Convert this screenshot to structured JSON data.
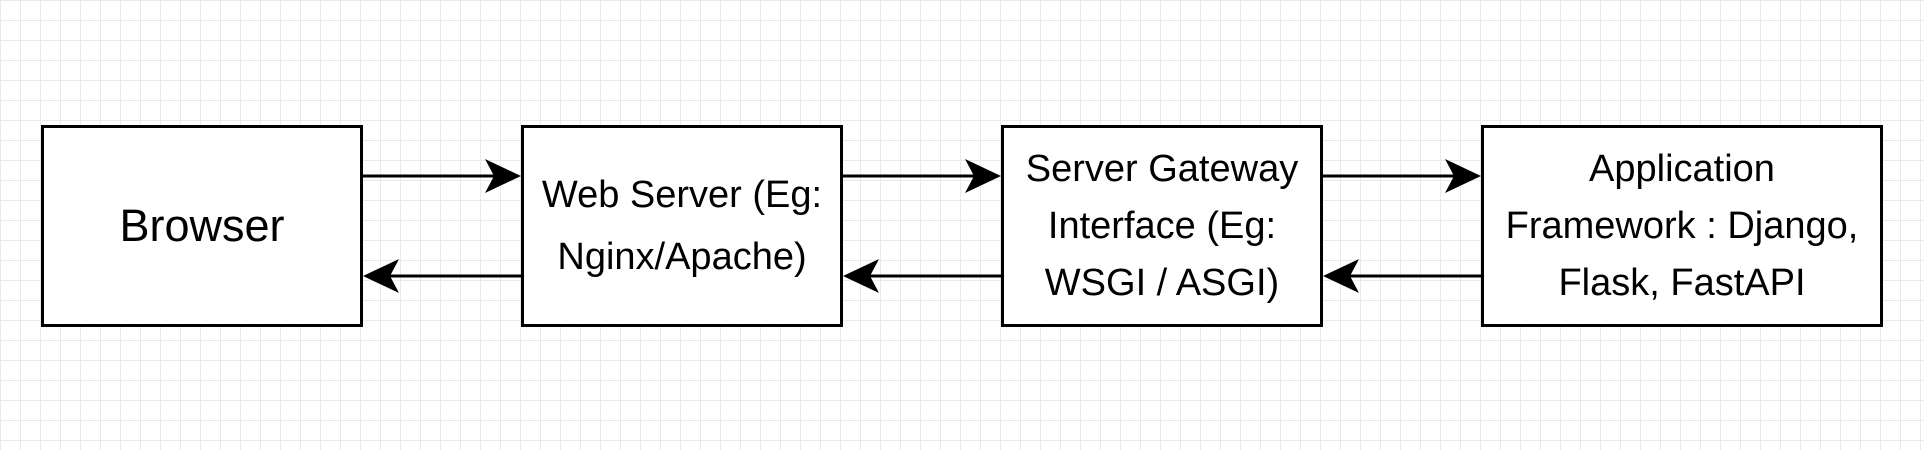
{
  "nodes": {
    "browser": {
      "label": "Browser"
    },
    "web_server": {
      "label": "Web Server (Eg:\nNginx/Apache)"
    },
    "gateway": {
      "label": "Server Gateway\nInterface (Eg:\nWSGI / ASGI)"
    },
    "framework": {
      "label": "Application\nFramework : Django,\nFlask, FastAPI"
    }
  },
  "edges": [
    {
      "from": "browser",
      "to": "web_server",
      "direction": "request"
    },
    {
      "from": "web_server",
      "to": "browser",
      "direction": "response"
    },
    {
      "from": "web_server",
      "to": "gateway",
      "direction": "request"
    },
    {
      "from": "gateway",
      "to": "web_server",
      "direction": "response"
    },
    {
      "from": "gateway",
      "to": "framework",
      "direction": "request"
    },
    {
      "from": "framework",
      "to": "gateway",
      "direction": "response"
    }
  ],
  "colors": {
    "stroke": "#000000",
    "background": "#ffffff",
    "grid": "#e9e9e9"
  }
}
